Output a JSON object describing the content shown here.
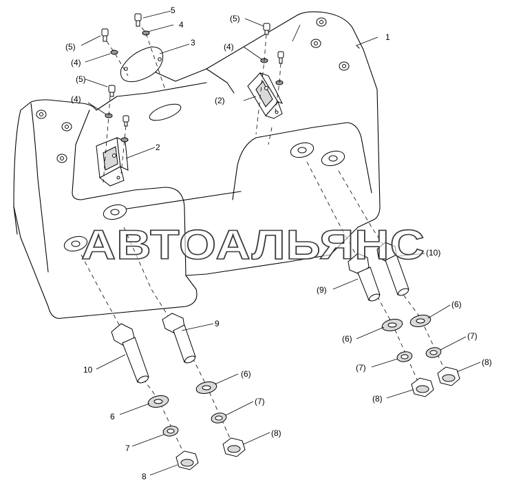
{
  "watermark": "АВТОАЛЬЯНС",
  "callouts": {
    "c1": "1",
    "c2a": "(2)",
    "c2b": "2",
    "c3": "3",
    "c4a": "4",
    "c4b": "(4)",
    "c4c": "(4)",
    "c4d": "(4)",
    "c5a": "5",
    "c5b": "(5)",
    "c5c": "(5)",
    "c5d": "(5)",
    "c6a": "6",
    "c6b": "(6)",
    "c6c": "(6)",
    "c6d": "(6)",
    "c7a": "7",
    "c7b": "(7)",
    "c7c": "(7)",
    "c7d": "(7)",
    "c8a": "8",
    "c8b": "(8)",
    "c8c": "(8)",
    "c8d": "(8)",
    "c9a": "9",
    "c9b": "(9)",
    "c10a": "10",
    "c10b": "(10)"
  }
}
